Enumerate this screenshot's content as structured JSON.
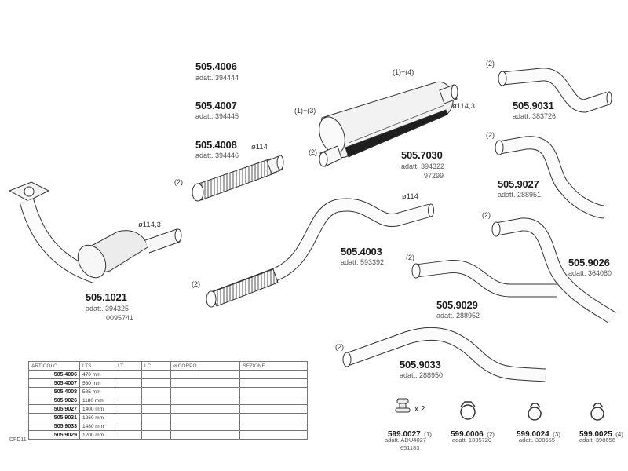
{
  "parts": [
    {
      "code": "505.4006",
      "adatt": "adatt. 394444"
    },
    {
      "code": "505.4007",
      "adatt": "adatt. 394445"
    },
    {
      "code": "505.4008",
      "adatt": "adatt. 394446",
      "dia": "ø114",
      "note": "(2)"
    },
    {
      "code": "505.7030",
      "adatt": "adatt. 394322",
      "extra": "97299",
      "dia": "ø114,3",
      "notes": [
        "(1)+(4)",
        "(1)+(3)",
        "(2)"
      ]
    },
    {
      "code": "505.1021",
      "adatt": "adatt. 394325",
      "extra": "0095741",
      "dia": "ø114,3"
    },
    {
      "code": "505.4003",
      "adatt": "adatt. 593392",
      "dia": "ø114",
      "note": "(2)"
    },
    {
      "code": "505.9031",
      "adatt": "adatt. 383726",
      "note": "(2)"
    },
    {
      "code": "505.9027",
      "adatt": "adatt. 288951",
      "note": "(2)"
    },
    {
      "code": "505.9026",
      "adatt": "adatt. 364080",
      "note": "(2)"
    },
    {
      "code": "505.9029",
      "adatt": "adatt. 288952",
      "note": "(2)"
    },
    {
      "code": "505.9033",
      "adatt": "adatt. 288950",
      "note": "(2)"
    }
  ],
  "accessories": [
    {
      "code": "599.0027",
      "note": "(1)",
      "adatt": "adatt. ADU4027",
      "extra": "651183",
      "qty": "x 2"
    },
    {
      "code": "599.0006",
      "note": "(2)",
      "adatt": "adatt. 1335720"
    },
    {
      "code": "599.0024",
      "note": "(3)",
      "adatt": "adatt. 398655"
    },
    {
      "code": "599.0025",
      "note": "(4)",
      "adatt": "adatt. 398656"
    }
  ],
  "table": {
    "headers": [
      "ARTICOLO",
      "LTS",
      "LT",
      "LC",
      "ø CORPO",
      "SEZIONE"
    ],
    "rows": [
      {
        "articolo": "505.4006",
        "lts": "470 mm"
      },
      {
        "articolo": "505.4007",
        "lts": "560 mm"
      },
      {
        "articolo": "505.4008",
        "lts": "585 mm"
      },
      {
        "articolo": "505.9026",
        "lts": "1180 mm"
      },
      {
        "articolo": "505.9027",
        "lts": "1400 mm"
      },
      {
        "articolo": "505.9031",
        "lts": "1260 mm"
      },
      {
        "articolo": "505.9033",
        "lts": "1480 mm"
      },
      {
        "articolo": "505.9029",
        "lts": "1200 mm"
      }
    ]
  },
  "diagram_id": "DFD11"
}
